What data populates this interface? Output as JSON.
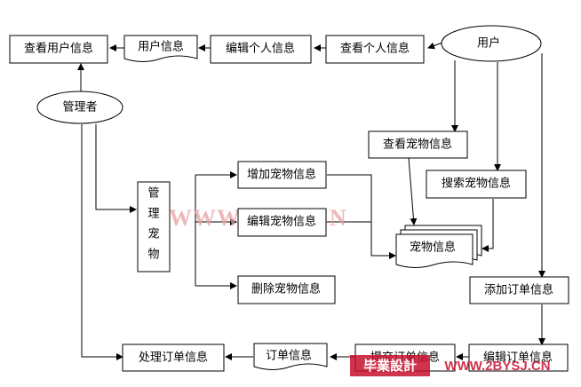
{
  "nodes": {
    "view_user_info": "查看用户信息",
    "user_info_doc": "用户信息",
    "edit_personal_info": "编辑个人信息",
    "view_personal_info": "查看个人信息",
    "user": "用户",
    "admin": "管理者",
    "view_pet_info": "查看宠物信息",
    "search_pet_info": "搜索宠物信息",
    "add_pet_info": "增加宠物信息",
    "edit_pet_info": "编辑宠物信息",
    "delete_pet_info": "删除宠物信息",
    "manage_pets": [
      "管",
      "理",
      "宠",
      "物"
    ],
    "pet_info_doc": "宠物信息",
    "add_order_info": "添加订单信息",
    "edit_order_info": "编辑订单信息",
    "submit_order_info": "提交订单信息",
    "order_info_doc": "订单信息",
    "process_order_info": "处理订单信息"
  },
  "watermarks": {
    "center": "WWW.BYSJ.CN",
    "bottom_logo": "毕業設計",
    "bottom_url": "WWW.2BYSJ.CN"
  },
  "colors": {
    "stroke": "#000000",
    "watermark_red": "#e8a0a0",
    "watermark_logo_bg": "#c8102e"
  }
}
